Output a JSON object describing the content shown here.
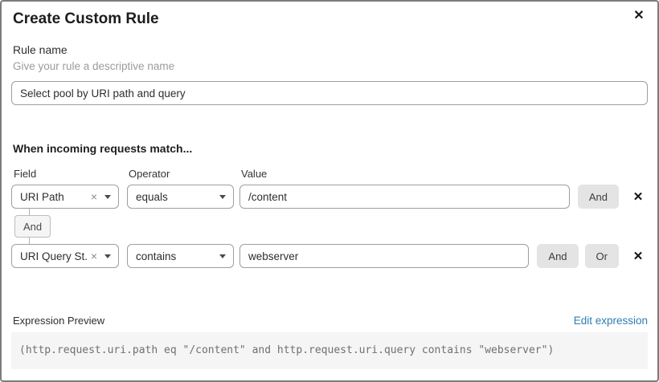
{
  "modal": {
    "title": "Create Custom Rule"
  },
  "icons": {
    "close": "✕",
    "remove_row": "✕",
    "clear_selection": "×"
  },
  "rule_name": {
    "label": "Rule name",
    "helper": "Give your rule a descriptive name",
    "value": "Select pool by URI path and query"
  },
  "match": {
    "heading": "When incoming requests match...",
    "columns": {
      "field": "Field",
      "operator": "Operator",
      "value": "Value"
    },
    "rows": [
      {
        "field": "URI Path",
        "operator": "equals",
        "value": "/content",
        "buttons": [
          "And"
        ]
      },
      {
        "field": "URI Query St...",
        "operator": "contains",
        "value": "webserver",
        "buttons": [
          "And",
          "Or"
        ]
      }
    ],
    "connector": "And"
  },
  "expression": {
    "label": "Expression Preview",
    "edit_link": "Edit expression",
    "code": "(http.request.uri.path eq \"/content\" and http.request.uri.query contains \"webserver\")"
  },
  "colors": {
    "link_blue": "#2e7cb5",
    "chip_gray": "#e4e4e4",
    "code_bg": "#f5f5f5",
    "border_gray": "#9e9e9e"
  }
}
